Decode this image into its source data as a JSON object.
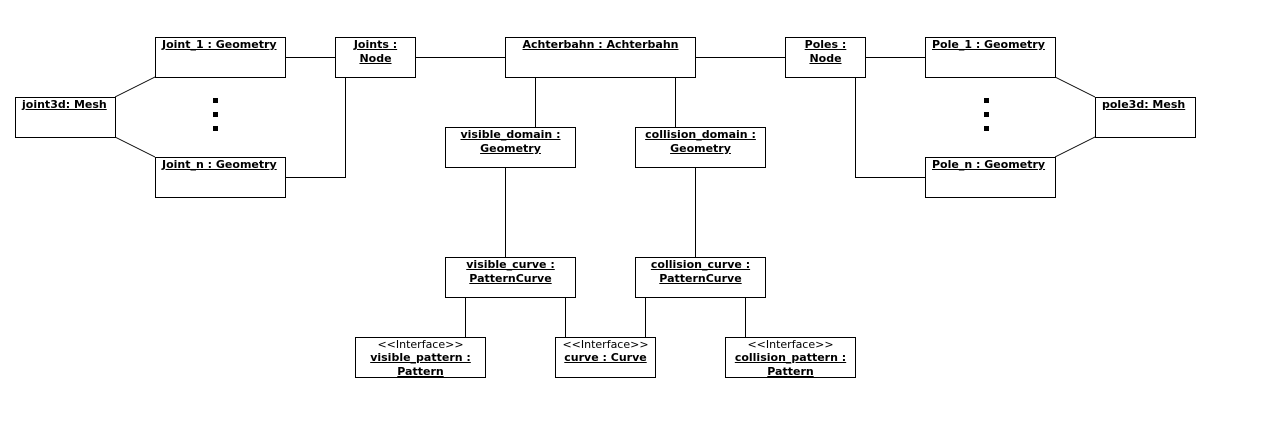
{
  "diagram": {
    "nodes": {
      "joint_1": {
        "label": "Joint_1 : Geometry"
      },
      "joints_node": {
        "label": "Joints :\nNode"
      },
      "achterbahn": {
        "label": "Achterbahn : Achterbahn"
      },
      "poles_node": {
        "label": "Poles :\nNode"
      },
      "pole_1": {
        "label": "Pole_1 : Geometry"
      },
      "joint3d": {
        "label": "joint3d: Mesh"
      },
      "pole3d": {
        "label": "pole3d: Mesh"
      },
      "joint_n": {
        "label": "Joint_n : Geometry"
      },
      "pole_n": {
        "label": "Pole_n : Geometry"
      },
      "visible_domain": {
        "label": "visible_domain :\nGeometry"
      },
      "collision_domain": {
        "label": "collision_domain :\nGeometry"
      },
      "visible_curve": {
        "label": "visible_curve :\nPatternCurve"
      },
      "collision_curve": {
        "label": "collision_curve :\nPatternCurve"
      },
      "visible_pattern": {
        "stereotype": "<<Interface>>",
        "label": "visible_pattern :\nPattern"
      },
      "curve": {
        "stereotype": "<<Interface>>",
        "label": "curve : Curve"
      },
      "collision_pattern": {
        "stereotype": "<<Interface>>",
        "label": "collision_pattern :\nPattern"
      }
    }
  }
}
